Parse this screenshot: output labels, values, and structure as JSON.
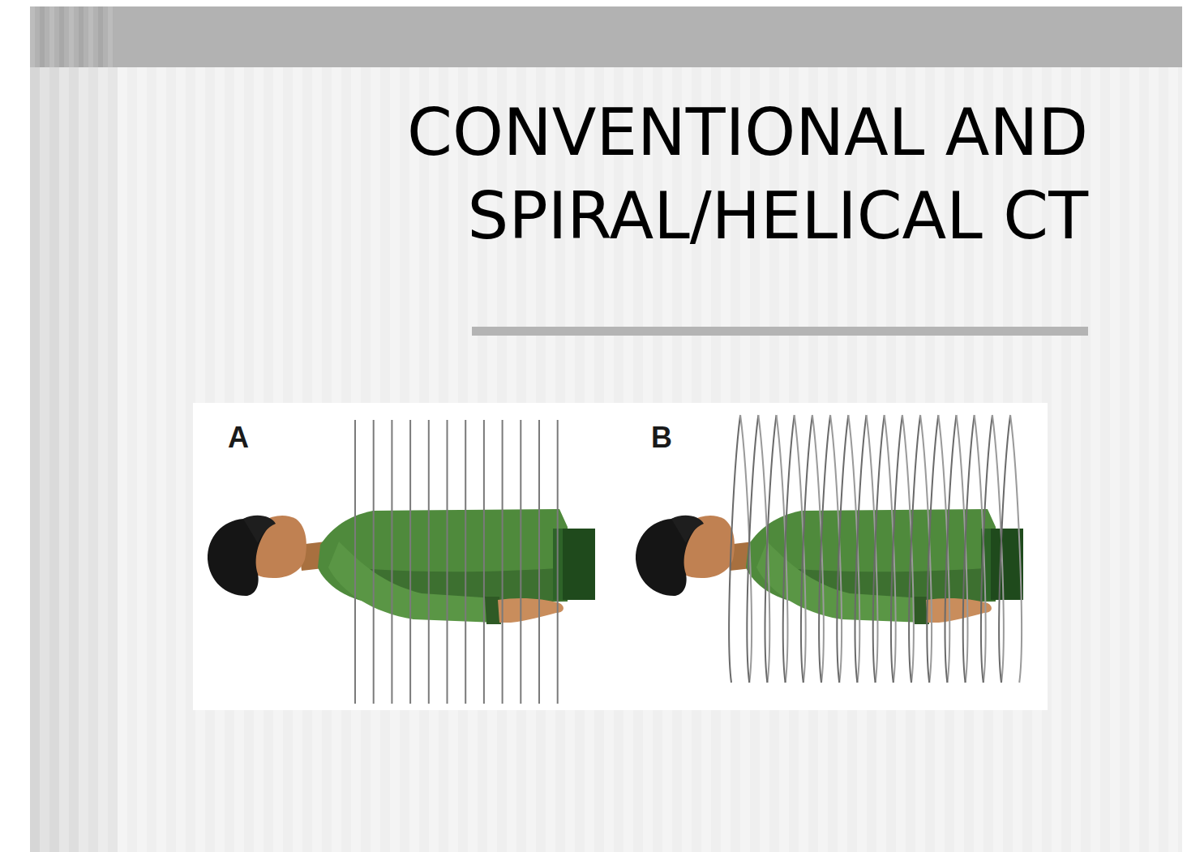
{
  "diagram": {
    "title": "CONVENTIONAL AND SPIRAL/HELICAL CT",
    "labels": [
      "A",
      "B"
    ]
  }
}
